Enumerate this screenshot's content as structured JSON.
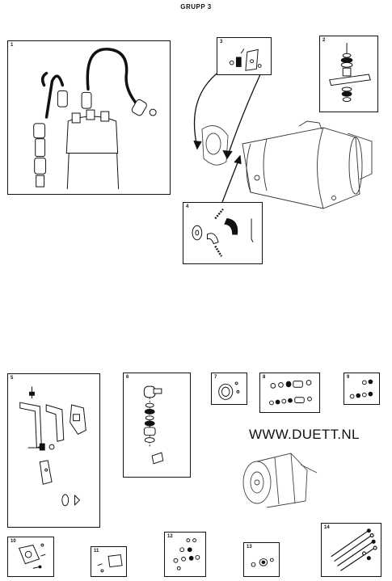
{
  "header": {
    "title": "GRUPP 3"
  },
  "watermark": {
    "url": "WWW.DUETT.NL"
  },
  "panels": [
    {
      "id": "1",
      "label": "1"
    },
    {
      "id": "2",
      "label": "2"
    },
    {
      "id": "3",
      "label": "3"
    },
    {
      "id": "4",
      "label": "4"
    },
    {
      "id": "5",
      "label": "5"
    },
    {
      "id": "6",
      "label": "6"
    },
    {
      "id": "7",
      "label": "7"
    },
    {
      "id": "8",
      "label": "8"
    },
    {
      "id": "9",
      "label": "9"
    },
    {
      "id": "10",
      "label": "10"
    },
    {
      "id": "11",
      "label": "11"
    },
    {
      "id": "12",
      "label": "12"
    },
    {
      "id": "13",
      "label": "13"
    },
    {
      "id": "14",
      "label": "14"
    }
  ]
}
